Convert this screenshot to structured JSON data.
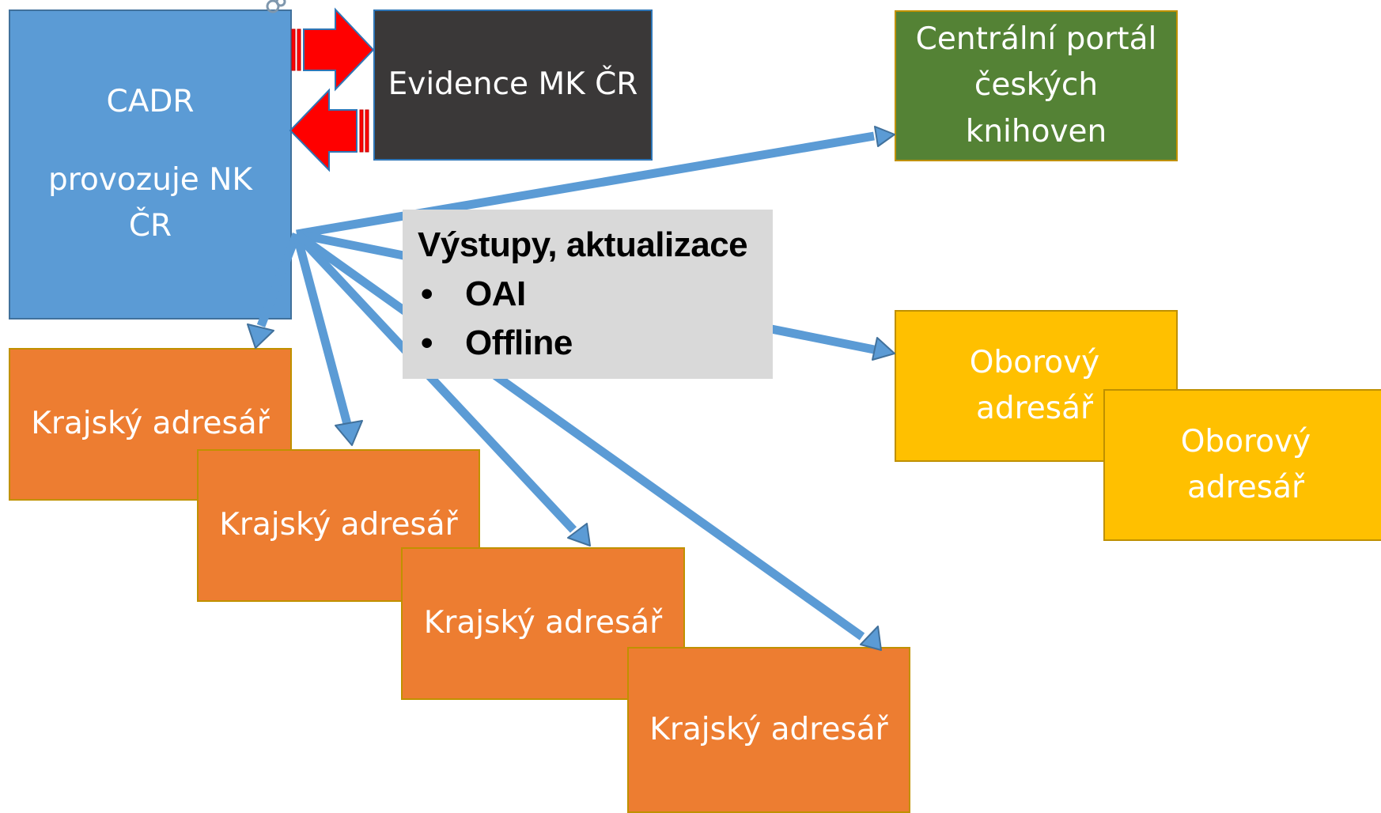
{
  "diagram": {
    "cadr": {
      "line1": "CADR",
      "line2": "provozuje NK",
      "line3": "ČR"
    },
    "evidence": {
      "label": "Evidence MK ČR"
    },
    "portal": {
      "line1": "Centrální portál",
      "line2": "českých",
      "line3": "knihoven"
    },
    "callout": {
      "title": "Výstupy, aktualizace",
      "items": [
        {
          "bullet": "•",
          "label": "OAI"
        },
        {
          "bullet": "•",
          "label": "Offline"
        }
      ]
    },
    "oborovy": [
      {
        "line1": "Oborový",
        "line2": "adresář"
      },
      {
        "line1": "Oborový",
        "line2": "adresář"
      }
    ],
    "krajske": [
      {
        "label": "Krajský adresář"
      },
      {
        "label": "Krajský adresář"
      },
      {
        "label": "Krajský adresář"
      },
      {
        "label": "Krajský adresář"
      }
    ],
    "colors": {
      "cadr": "#5b9bd5",
      "evidence": "#3a3838",
      "portal": "#548235",
      "oborovy": "#ffc000",
      "krajsky": "#ed7d31",
      "connector": "#5b9bd5",
      "exchange": "#ff0000",
      "callout": "#d9d9d9"
    }
  }
}
